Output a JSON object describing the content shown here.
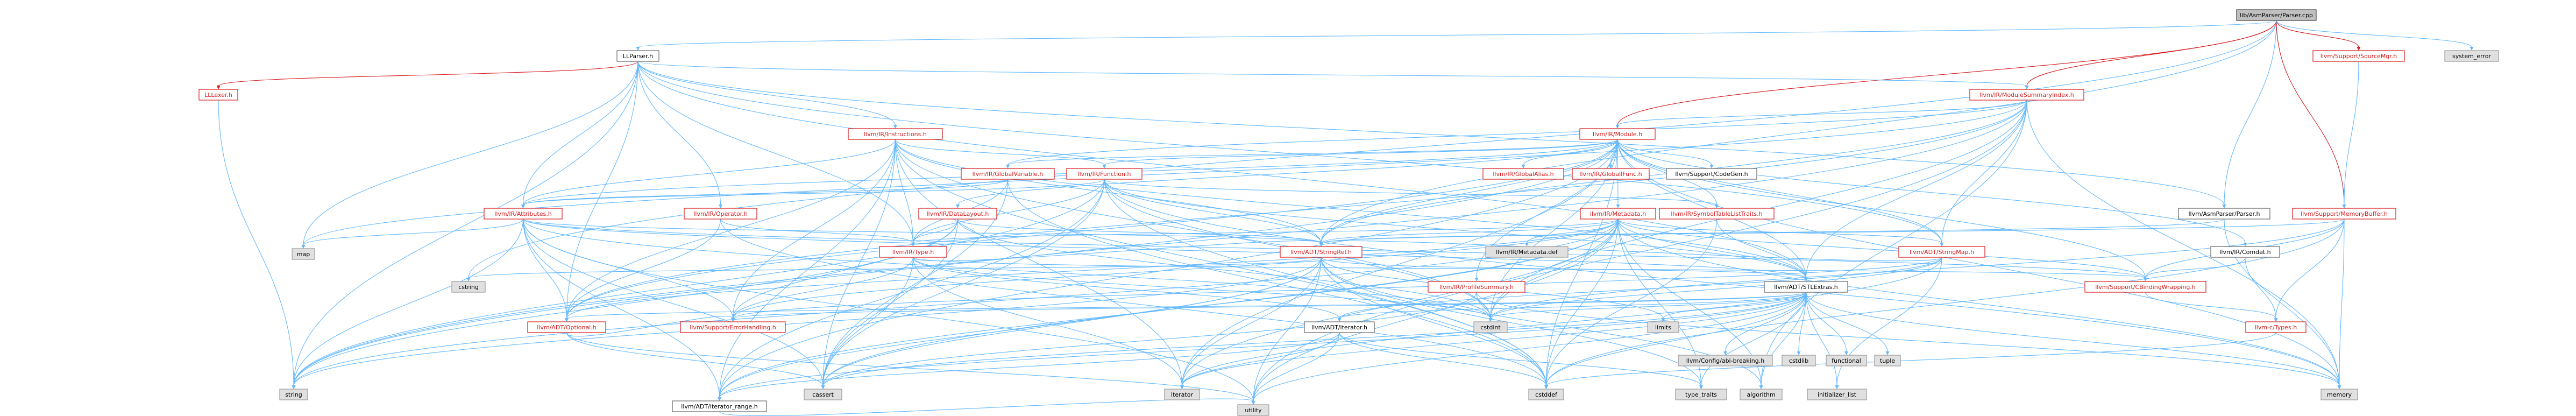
{
  "diagram": {
    "colors": {
      "edge_blue": "#63b8ff",
      "edge_red": "#d7191c",
      "root_fill": "#bfbfbf",
      "root_stroke": "#444444",
      "local_fill": "#ffffff",
      "local_stroke": "#d7191c",
      "local_text": "#d7191c",
      "plain_fill": "#ffffff",
      "plain_stroke": "#666666",
      "system_fill": "#e0e0e0",
      "system_stroke": "#999999",
      "text": "#000000"
    },
    "nodes": [
      {
        "id": "root",
        "label": "lib/AsmParser/Parser.cpp",
        "kind": "root"
      },
      {
        "id": "llparser",
        "label": "LLParser.h",
        "kind": "plain"
      },
      {
        "id": "sourcemgr",
        "label": "llvm/Support/SourceMgr.h",
        "kind": "local"
      },
      {
        "id": "system_error",
        "label": "system_error",
        "kind": "system"
      },
      {
        "id": "lllexer",
        "label": "LLLexer.h",
        "kind": "local"
      },
      {
        "id": "msi",
        "label": "llvm/IR/ModuleSummaryIndex.h",
        "kind": "local"
      },
      {
        "id": "instructions",
        "label": "llvm/IR/Instructions.h",
        "kind": "local"
      },
      {
        "id": "module",
        "label": "llvm/IR/Module.h",
        "kind": "local"
      },
      {
        "id": "globalvariable",
        "label": "llvm/IR/GlobalVariable.h",
        "kind": "local"
      },
      {
        "id": "function",
        "label": "llvm/IR/Function.h",
        "kind": "local"
      },
      {
        "id": "globalalias",
        "label": "llvm/IR/GlobalAlias.h",
        "kind": "local"
      },
      {
        "id": "globalifunc",
        "label": "llvm/IR/GlobalIFunc.h",
        "kind": "local"
      },
      {
        "id": "codegen",
        "label": "llvm/Support/CodeGen.h",
        "kind": "plain"
      },
      {
        "id": "asmparser",
        "label": "llvm/AsmParser/Parser.h",
        "kind": "plain"
      },
      {
        "id": "memorybuffer",
        "label": "llvm/Support/MemoryBuffer.h",
        "kind": "local"
      },
      {
        "id": "attributes",
        "label": "llvm/IR/Attributes.h",
        "kind": "local"
      },
      {
        "id": "operator",
        "label": "llvm/IR/Operator.h",
        "kind": "local"
      },
      {
        "id": "datalayout",
        "label": "llvm/IR/DataLayout.h",
        "kind": "local"
      },
      {
        "id": "metadata",
        "label": "llvm/IR/Metadata.h",
        "kind": "local"
      },
      {
        "id": "symboltablelisttraits",
        "label": "llvm/IR/SymbolTableListTraits.h",
        "kind": "local"
      },
      {
        "id": "metadatadef",
        "label": "llvm/IR/Metadata.def",
        "kind": "system"
      },
      {
        "id": "stringmap",
        "label": "llvm/ADT/StringMap.h",
        "kind": "local"
      },
      {
        "id": "comdat",
        "label": "llvm/IR/Comdat.h",
        "kind": "plain"
      },
      {
        "id": "map",
        "label": "map",
        "kind": "system"
      },
      {
        "id": "type",
        "label": "llvm/IR/Type.h",
        "kind": "local"
      },
      {
        "id": "stringref",
        "label": "llvm/ADT/StringRef.h",
        "kind": "local"
      },
      {
        "id": "cstring",
        "label": "cstring",
        "kind": "system"
      },
      {
        "id": "profilesummary",
        "label": "llvm/IR/ProfileSummary.h",
        "kind": "local"
      },
      {
        "id": "stlextras",
        "label": "llvm/ADT/STLExtras.h",
        "kind": "plain"
      },
      {
        "id": "cbindingwrapping",
        "label": "llvm/Support/CBindingWrapping.h",
        "kind": "local"
      },
      {
        "id": "optional",
        "label": "llvm/ADT/Optional.h",
        "kind": "local"
      },
      {
        "id": "errorhandling",
        "label": "llvm/Support/ErrorHandling.h",
        "kind": "local"
      },
      {
        "id": "adtiterator",
        "label": "llvm/ADT/iterator.h",
        "kind": "plain"
      },
      {
        "id": "cstdint",
        "label": "cstdint",
        "kind": "system"
      },
      {
        "id": "limits",
        "label": "limits",
        "kind": "system"
      },
      {
        "id": "abibreaking",
        "label": "llvm/Config/abi-breaking.h",
        "kind": "system"
      },
      {
        "id": "cstdlib",
        "label": "cstdlib",
        "kind": "system"
      },
      {
        "id": "functional",
        "label": "functional",
        "kind": "system"
      },
      {
        "id": "tuple",
        "label": "tuple",
        "kind": "system"
      },
      {
        "id": "initializer_list",
        "label": "initializer_list",
        "kind": "system"
      },
      {
        "id": "llvmctypes",
        "label": "llvm-c/Types.h",
        "kind": "local"
      },
      {
        "id": "string",
        "label": "string",
        "kind": "system"
      },
      {
        "id": "iterator_range",
        "label": "llvm/ADT/iterator_range.h",
        "kind": "plain"
      },
      {
        "id": "cassert",
        "label": "cassert",
        "kind": "system"
      },
      {
        "id": "iterator",
        "label": "iterator",
        "kind": "system"
      },
      {
        "id": "cstddef",
        "label": "cstddef",
        "kind": "system"
      },
      {
        "id": "type_traits",
        "label": "type_traits",
        "kind": "system"
      },
      {
        "id": "algorithm",
        "label": "algorithm",
        "kind": "system"
      },
      {
        "id": "memory",
        "label": "memory",
        "kind": "system"
      },
      {
        "id": "utility",
        "label": "utility",
        "kind": "system"
      }
    ],
    "edges": [
      [
        "root",
        "llparser",
        "blue"
      ],
      [
        "root",
        "sourcemgr",
        "red"
      ],
      [
        "root",
        "system_error",
        "blue"
      ],
      [
        "root",
        "msi",
        "red"
      ],
      [
        "root",
        "module",
        "red"
      ],
      [
        "root",
        "asmparser",
        "blue"
      ],
      [
        "root",
        "memorybuffer",
        "red"
      ],
      [
        "root",
        "cstring",
        "blue"
      ],
      [
        "root",
        "stringref",
        "blue"
      ],
      [
        "llparser",
        "lllexer",
        "red"
      ],
      [
        "llparser",
        "msi",
        "blue"
      ],
      [
        "llparser",
        "instructions",
        "blue"
      ],
      [
        "llparser",
        "attributes",
        "blue"
      ],
      [
        "llparser",
        "operator",
        "blue"
      ],
      [
        "llparser",
        "type",
        "blue"
      ],
      [
        "llparser",
        "asmparser",
        "blue"
      ],
      [
        "llparser",
        "stringmap",
        "blue"
      ],
      [
        "llparser",
        "optional",
        "blue"
      ],
      [
        "llparser",
        "map",
        "blue"
      ],
      [
        "llparser",
        "string",
        "blue"
      ],
      [
        "llparser",
        "stlextras",
        "blue"
      ],
      [
        "lllexer",
        "string",
        "blue"
      ],
      [
        "sourcemgr",
        "memorybuffer",
        "blue"
      ],
      [
        "msi",
        "module",
        "blue"
      ],
      [
        "msi",
        "globalvariable",
        "blue"
      ],
      [
        "msi",
        "stringmap",
        "blue"
      ],
      [
        "msi",
        "stlextras",
        "blue"
      ],
      [
        "msi",
        "optional",
        "blue"
      ],
      [
        "msi",
        "stringref",
        "blue"
      ],
      [
        "msi",
        "map",
        "blue"
      ],
      [
        "msi",
        "memory",
        "blue"
      ],
      [
        "msi",
        "string",
        "blue"
      ],
      [
        "msi",
        "cstdint",
        "blue"
      ],
      [
        "msi",
        "algorithm",
        "blue"
      ],
      [
        "msi",
        "utility",
        "blue"
      ],
      [
        "instructions",
        "attributes",
        "blue"
      ],
      [
        "instructions",
        "function",
        "blue"
      ],
      [
        "instructions",
        "type",
        "blue"
      ],
      [
        "instructions",
        "stringref",
        "blue"
      ],
      [
        "instructions",
        "errorhandling",
        "blue"
      ],
      [
        "instructions",
        "iterator_range",
        "blue"
      ],
      [
        "instructions",
        "cassert",
        "blue"
      ],
      [
        "instructions",
        "cstddef",
        "blue"
      ],
      [
        "instructions",
        "cstdint",
        "blue"
      ],
      [
        "instructions",
        "iterator",
        "blue"
      ],
      [
        "instructions",
        "stlextras",
        "blue"
      ],
      [
        "instructions",
        "optional",
        "blue"
      ],
      [
        "module",
        "globalvariable",
        "blue"
      ],
      [
        "module",
        "function",
        "blue"
      ],
      [
        "module",
        "globalalias",
        "blue"
      ],
      [
        "module",
        "globalifunc",
        "blue"
      ],
      [
        "module",
        "codegen",
        "blue"
      ],
      [
        "module",
        "metadata",
        "blue"
      ],
      [
        "module",
        "symboltablelisttraits",
        "blue"
      ],
      [
        "module",
        "comdat",
        "blue"
      ],
      [
        "module",
        "datalayout",
        "blue"
      ],
      [
        "module",
        "attributes",
        "blue"
      ],
      [
        "module",
        "stringmap",
        "blue"
      ],
      [
        "module",
        "stringref",
        "blue"
      ],
      [
        "module",
        "profilesummary",
        "blue"
      ],
      [
        "module",
        "stlextras",
        "blue"
      ],
      [
        "module",
        "iterator_range",
        "blue"
      ],
      [
        "module",
        "cbindingwrapping",
        "blue"
      ],
      [
        "module",
        "cstddef",
        "blue"
      ],
      [
        "module",
        "cstdint",
        "blue"
      ],
      [
        "module",
        "iterator",
        "blue"
      ],
      [
        "module",
        "memory",
        "blue"
      ],
      [
        "module",
        "string",
        "blue"
      ],
      [
        "module",
        "vector",
        "skip"
      ],
      [
        "module",
        "optional",
        "blue"
      ],
      [
        "globalvariable",
        "attributes",
        "blue"
      ],
      [
        "globalvariable",
        "type",
        "blue"
      ],
      [
        "globalvariable",
        "cassert",
        "blue"
      ],
      [
        "globalvariable",
        "cstddef",
        "blue"
      ],
      [
        "function",
        "attributes",
        "blue"
      ],
      [
        "function",
        "type",
        "blue"
      ],
      [
        "function",
        "stringref",
        "blue"
      ],
      [
        "function",
        "datalayout",
        "skip"
      ],
      [
        "function",
        "symboltablelisttraits",
        "blue"
      ],
      [
        "function",
        "iterator_range",
        "blue"
      ],
      [
        "function",
        "cassert",
        "blue"
      ],
      [
        "function",
        "cstddef",
        "blue"
      ],
      [
        "function",
        "cstdint",
        "blue"
      ],
      [
        "function",
        "memory",
        "blue"
      ],
      [
        "function",
        "string",
        "blue"
      ],
      [
        "function",
        "stlextras",
        "blue"
      ],
      [
        "attributes",
        "stringref",
        "blue"
      ],
      [
        "attributes",
        "optional",
        "blue"
      ],
      [
        "attributes",
        "cbindingwrapping",
        "blue"
      ],
      [
        "attributes",
        "errorhandling",
        "blue"
      ],
      [
        "attributes",
        "iterator_range",
        "blue"
      ],
      [
        "attributes",
        "string",
        "blue"
      ],
      [
        "attributes",
        "map",
        "blue"
      ],
      [
        "attributes",
        "bitset",
        "skip"
      ],
      [
        "attributes",
        "cassert",
        "blue"
      ],
      [
        "attributes",
        "cstdint",
        "blue"
      ],
      [
        "attributes",
        "utility",
        "blue"
      ],
      [
        "attributes",
        "stlextras",
        "blue"
      ],
      [
        "operator",
        "type",
        "blue"
      ],
      [
        "operator",
        "cstddef",
        "blue"
      ],
      [
        "operator",
        "optional",
        "blue"
      ],
      [
        "datalayout",
        "type",
        "blue"
      ],
      [
        "datalayout",
        "stringref",
        "blue"
      ],
      [
        "datalayout",
        "errorhandling",
        "blue"
      ],
      [
        "datalayout",
        "cassert",
        "blue"
      ],
      [
        "datalayout",
        "cstdint",
        "blue"
      ],
      [
        "datalayout",
        "string",
        "blue"
      ],
      [
        "metadata",
        "metadatadef",
        "blue"
      ],
      [
        "metadata",
        "stringmap",
        "blue"
      ],
      [
        "metadata",
        "stringref",
        "blue"
      ],
      [
        "metadata",
        "stlextras",
        "blue"
      ],
      [
        "metadata",
        "cbindingwrapping",
        "blue"
      ],
      [
        "metadata",
        "errorhandling",
        "blue"
      ],
      [
        "metadata",
        "iterator_range",
        "blue"
      ],
      [
        "metadata",
        "type",
        "blue"
      ],
      [
        "metadata",
        "algorithm",
        "blue"
      ],
      [
        "metadata",
        "cassert",
        "blue"
      ],
      [
        "metadata",
        "cstddef",
        "blue"
      ],
      [
        "metadata",
        "cstdint",
        "blue"
      ],
      [
        "metadata",
        "iterator",
        "blue"
      ],
      [
        "metadata",
        "memory",
        "blue"
      ],
      [
        "metadata",
        "string",
        "blue"
      ],
      [
        "metadata",
        "type_traits",
        "blue"
      ],
      [
        "metadata",
        "utility",
        "blue"
      ],
      [
        "metadata",
        "optional",
        "blue"
      ],
      [
        "symboltablelisttraits",
        "stlextras",
        "blue"
      ],
      [
        "symboltablelisttraits",
        "cstddef",
        "blue"
      ],
      [
        "stringmap",
        "stringref",
        "blue"
      ],
      [
        "stringmap",
        "adtiterator",
        "blue"
      ],
      [
        "stringmap",
        "initializer_list",
        "blue"
      ],
      [
        "stringmap",
        "iterator",
        "blue"
      ],
      [
        "stringmap",
        "cstdint",
        "blue"
      ],
      [
        "stringmap",
        "errorhandling",
        "blue"
      ],
      [
        "comdat",
        "cbindingwrapping",
        "blue"
      ],
      [
        "comdat",
        "llvmctypes",
        "blue"
      ],
      [
        "type",
        "stringref",
        "blue"
      ],
      [
        "type",
        "cbindingwrapping",
        "blue"
      ],
      [
        "type",
        "errorhandling",
        "blue"
      ],
      [
        "type",
        "cassert",
        "blue"
      ],
      [
        "type",
        "cstdint",
        "blue"
      ],
      [
        "type",
        "iterator",
        "blue"
      ],
      [
        "type",
        "adtiterator",
        "blue"
      ],
      [
        "stringref",
        "stlextras",
        "blue"
      ],
      [
        "stringref",
        "iterator_range",
        "blue"
      ],
      [
        "stringref",
        "algorithm",
        "blue"
      ],
      [
        "stringref",
        "cassert",
        "blue"
      ],
      [
        "stringref",
        "cstddef",
        "blue"
      ],
      [
        "stringref",
        "cstring",
        "blue"
      ],
      [
        "stringref",
        "limits",
        "blue"
      ],
      [
        "stringref",
        "string",
        "blue"
      ],
      [
        "stringref",
        "type_traits",
        "blue"
      ],
      [
        "stringref",
        "utility",
        "blue"
      ],
      [
        "stringref",
        "iterator",
        "blue"
      ],
      [
        "profilesummary",
        "cassert",
        "blue"
      ],
      [
        "profilesummary",
        "cstdint",
        "blue"
      ],
      [
        "profilesummary",
        "memory",
        "blue"
      ],
      [
        "stlextras",
        "optional",
        "blue"
      ],
      [
        "stlextras",
        "adtiterator",
        "blue"
      ],
      [
        "stlextras",
        "iterator_range",
        "blue"
      ],
      [
        "stlextras",
        "abibreaking",
        "blue"
      ],
      [
        "stlextras",
        "errorhandling",
        "blue"
      ],
      [
        "stlextras",
        "algorithm",
        "blue"
      ],
      [
        "stlextras",
        "cassert",
        "blue"
      ],
      [
        "stlextras",
        "cstddef",
        "blue"
      ],
      [
        "stlextras",
        "cstdint",
        "blue"
      ],
      [
        "stlextras",
        "cstdlib",
        "blue"
      ],
      [
        "stlextras",
        "functional",
        "blue"
      ],
      [
        "stlextras",
        "initializer_list",
        "blue"
      ],
      [
        "stlextras",
        "iterator",
        "blue"
      ],
      [
        "stlextras",
        "limits",
        "blue"
      ],
      [
        "stlextras",
        "memory",
        "blue"
      ],
      [
        "stlextras",
        "tuple",
        "blue"
      ],
      [
        "stlextras",
        "type_traits",
        "blue"
      ],
      [
        "stlextras",
        "utility",
        "blue"
      ],
      [
        "cbindingwrapping",
        "llvmctypes",
        "blue"
      ],
      [
        "memorybuffer",
        "cbindingwrapping",
        "blue"
      ],
      [
        "memorybuffer",
        "llvmctypes",
        "blue"
      ],
      [
        "memorybuffer",
        "stringref",
        "blue"
      ],
      [
        "memorybuffer",
        "cstddef",
        "blue"
      ],
      [
        "memorybuffer",
        "cstdint",
        "blue"
      ],
      [
        "memorybuffer",
        "memory",
        "blue"
      ],
      [
        "asmparser",
        "stringref",
        "blue"
      ],
      [
        "asmparser",
        "memory",
        "blue"
      ],
      [
        "optional",
        "errorhandling",
        "blue"
      ],
      [
        "optional",
        "cassert",
        "blue"
      ],
      [
        "optional",
        "new",
        "skip"
      ],
      [
        "optional",
        "utility",
        "blue"
      ],
      [
        "adtiterator",
        "iterator_range",
        "blue"
      ],
      [
        "adtiterator",
        "cstddef",
        "blue"
      ],
      [
        "adtiterator",
        "iterator",
        "blue"
      ],
      [
        "adtiterator",
        "type_traits",
        "blue"
      ],
      [
        "adtiterator",
        "utility",
        "blue"
      ],
      [
        "iterator_range",
        "utility",
        "blue"
      ],
      [
        "llvmctypes",
        "cstddef",
        "blue"
      ]
    ]
  }
}
